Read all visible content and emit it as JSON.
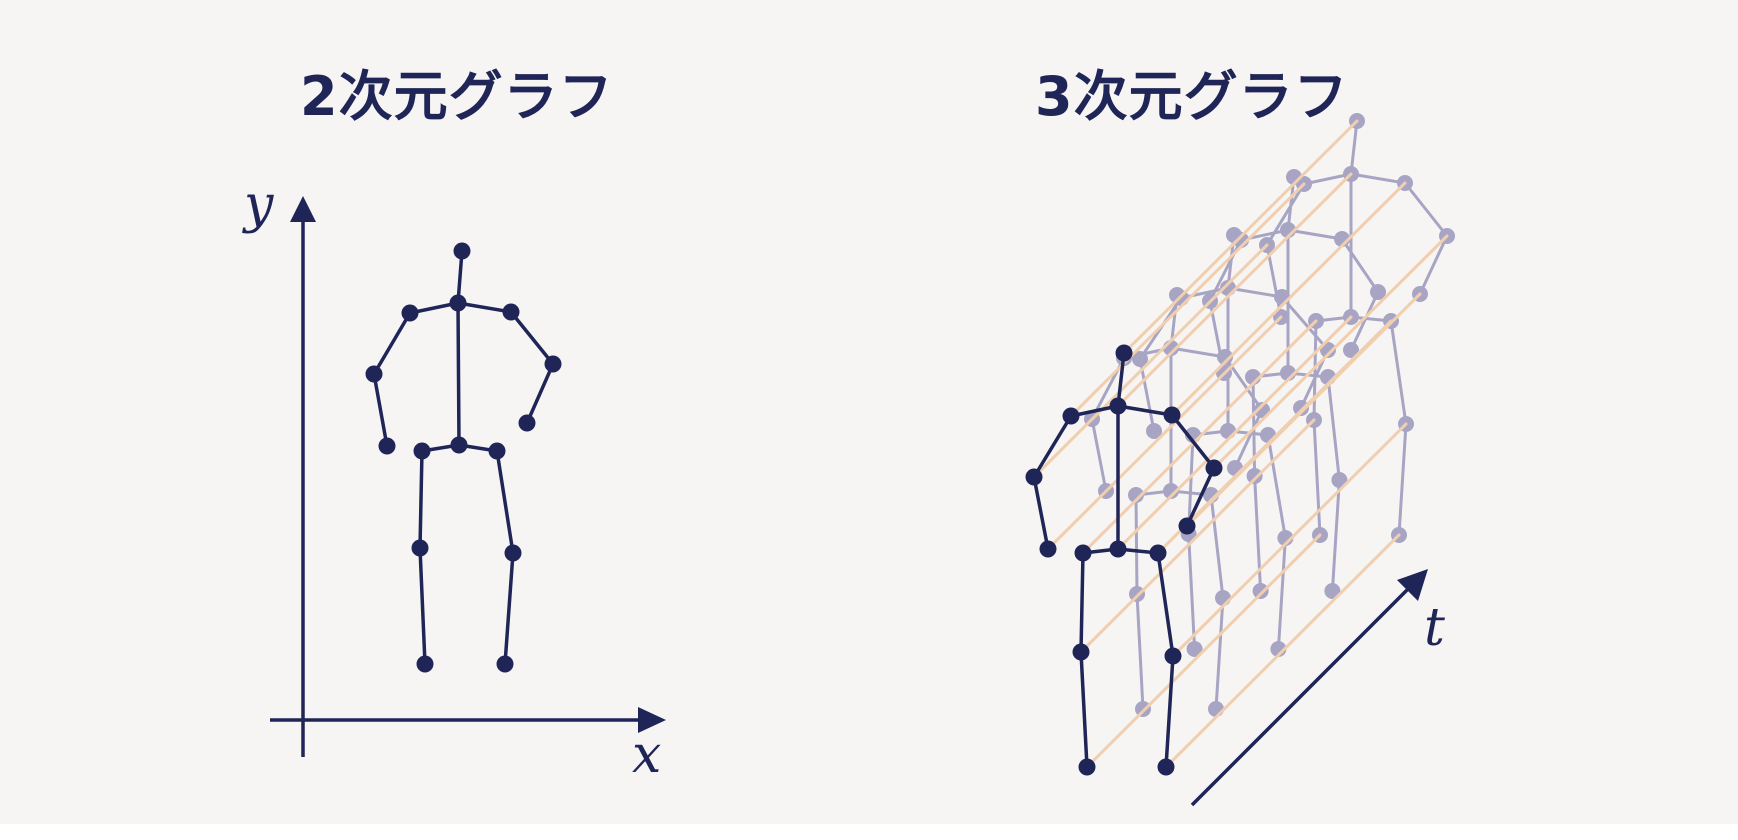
{
  "titles": {
    "left": "2次元グラフ",
    "right": "3次元グラフ"
  },
  "axes": {
    "x": "x",
    "y": "y",
    "t": "t"
  },
  "colors": {
    "ink": "#1f2557",
    "ghost": "#a7a5c3",
    "time_link": "#f1cfae",
    "background": "#f6f5f4"
  }
}
